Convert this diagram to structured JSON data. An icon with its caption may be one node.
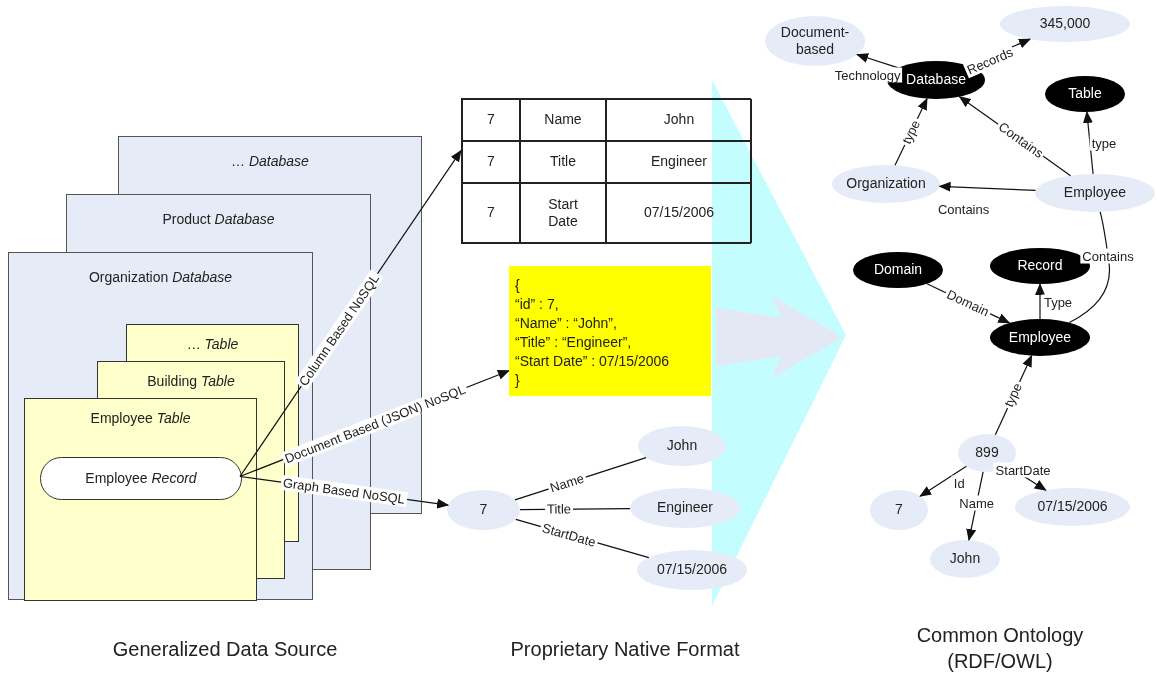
{
  "diagram": {
    "nodes": [
      {
        "text": [
          "… *Database*"
        ]
      },
      {
        "text": [
          "Product *Database*"
        ]
      },
      {
        "text": [
          "Organization *Database*"
        ]
      },
      {
        "text": [
          "… *Table*"
        ],
        "in": 2
      },
      {
        "text": [
          "Building *Table*"
        ],
        "in": 2
      },
      {
        "text": [
          "Employee *Table*"
        ],
        "in": 2
      },
      {
        "text": [
          "Employee *Record*"
        ],
        "in": 5
      },
      {
        "text": [
          "7",
          "Name",
          "John",
          "7",
          "Title",
          "Engineer",
          "7",
          "Start Date",
          "07/15/2006"
        ]
      },
      {
        "text": [
          "{",
          "“id” : 7,",
          "“Name” : “John”,",
          "“Title” : “Engineer”,",
          "“Start Date” : 07/15/2006",
          "}"
        ]
      },
      {
        "text": [
          "7"
        ]
      },
      {
        "text": [
          "John"
        ]
      },
      {
        "text": [
          "Engineer"
        ]
      },
      {
        "text": [
          "07/15/2006"
        ]
      },
      {
        "text": [
          "Document-based"
        ]
      },
      {
        "text": [
          "345,000"
        ]
      },
      {
        "text": [
          "Database"
        ]
      },
      {
        "text": [
          "Table"
        ]
      },
      {
        "text": [
          "Organization"
        ]
      },
      {
        "text": [
          "Employee"
        ]
      },
      {
        "text": [
          "Domain"
        ]
      },
      {
        "text": [
          "Record"
        ]
      },
      {
        "text": [
          "Employee"
        ]
      },
      {
        "text": [
          "899"
        ]
      },
      {
        "text": [
          "7"
        ]
      },
      {
        "text": [
          "07/15/2006"
        ]
      },
      {
        "text": [
          "John"
        ]
      }
    ],
    "edges": [
      {
        "from": 6,
        "to": 7,
        "label": "Column Based NoSQL",
        "arrow": "to"
      },
      {
        "from": 6,
        "to": 8,
        "label": "Document Based (JSON) NoSQL",
        "arrow": "to"
      },
      {
        "from": 6,
        "to": 9,
        "label": "Graph Based NoSQL",
        "arrow": "to"
      },
      {
        "from": 9,
        "to": 10,
        "label": "Name",
        "arrow": "none"
      },
      {
        "from": 9,
        "to": 11,
        "label": "Title",
        "arrow": "none"
      },
      {
        "from": 9,
        "to": 12,
        "label": "StartDate",
        "arrow": "none"
      },
      {
        "from": 15,
        "to": 13,
        "label": "Technology",
        "arrow": "to"
      },
      {
        "from": 15,
        "to": 14,
        "label": "Records",
        "arrow": "to"
      },
      {
        "from": 17,
        "to": 15,
        "label": "type",
        "arrow": "to"
      },
      {
        "from": 18,
        "to": 15,
        "label": "Contains",
        "arrow": "to"
      },
      {
        "from": 18,
        "to": 16,
        "label": "type",
        "arrow": "to"
      },
      {
        "from": 18,
        "to": 17,
        "label": "Contains",
        "arrow": "to"
      },
      {
        "from": 21,
        "to": 18,
        "label": "Contains",
        "arrow": "none"
      },
      {
        "from": 19,
        "to": 21,
        "label": "Domain",
        "arrow": "to"
      },
      {
        "from": 21,
        "to": 20,
        "label": "Type",
        "arrow": "to"
      },
      {
        "from": 22,
        "to": 21,
        "label": "type",
        "arrow": "to"
      },
      {
        "from": 22,
        "to": 23,
        "label": "Id",
        "arrow": "to"
      },
      {
        "from": 22,
        "to": 25,
        "label": "Name",
        "arrow": "to"
      },
      {
        "from": 22,
        "to": 24,
        "label": "StartDate",
        "arrow": "to"
      }
    ],
    "labels": [
      "Generalized Data Source",
      "Proprietary Native Format",
      "Common Ontology (RDF/OWL)"
    ]
  }
}
